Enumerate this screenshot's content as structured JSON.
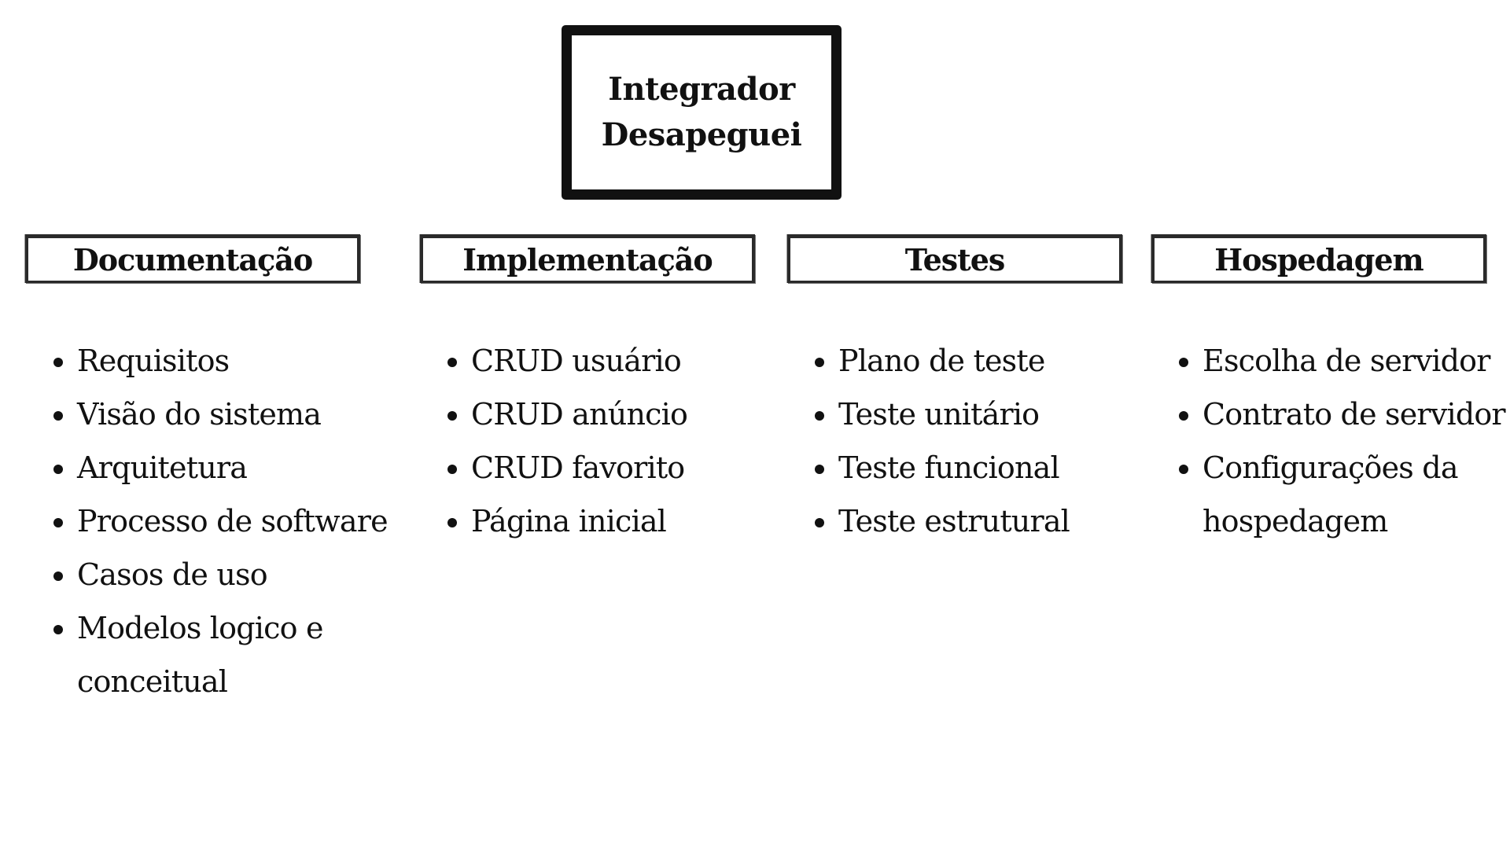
{
  "root": {
    "line1": "Integrador",
    "line2": "Desapeguei"
  },
  "branches": [
    {
      "title": "Documentação",
      "items": [
        "Requisitos",
        "Visão do sistema",
        "Arquitetura",
        "Processo de software",
        "Casos de uso",
        "Modelos logico e conceitual"
      ]
    },
    {
      "title": "Implementação",
      "items": [
        "CRUD usuário",
        "CRUD anúncio",
        "CRUD favorito",
        "Página inicial"
      ]
    },
    {
      "title": "Testes",
      "items": [
        "Plano de teste",
        "Teste unitário",
        "Teste funcional",
        "Teste estrutural"
      ]
    },
    {
      "title": "Hospedagem",
      "items": [
        "Escolha de servidor",
        "Contrato de servidor",
        "Configurações da hospedagem"
      ]
    }
  ]
}
